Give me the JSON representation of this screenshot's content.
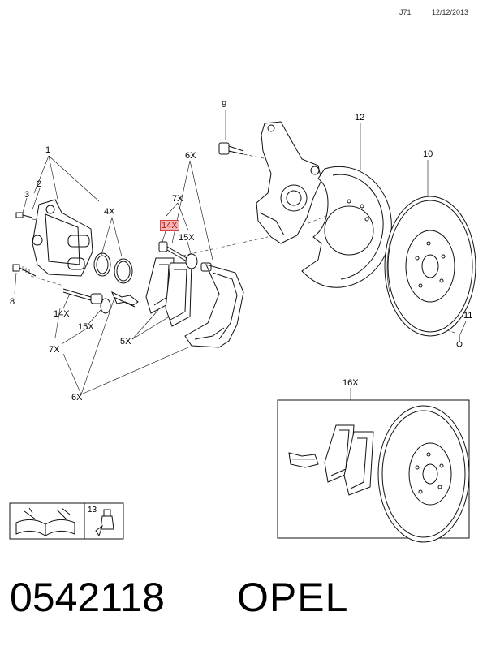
{
  "header": {
    "code": "J71",
    "date": "12/12/2013"
  },
  "callouts": {
    "c1": "1",
    "c2": "2",
    "c3": "3",
    "c4x": "4X",
    "c6x_top": "6X",
    "c7x_top": "7X",
    "c14x_top": "14X",
    "c15x_top": "15X",
    "c9": "9",
    "c12": "12",
    "c10": "10",
    "c11": "11",
    "c8": "8",
    "c14x": "14X",
    "c15x": "15X",
    "c7x": "7X",
    "c5x": "5X",
    "c6x": "6X",
    "c16x": "16X",
    "c13": "13"
  },
  "footer": {
    "part_number": "0542118",
    "brand": "OPEL"
  }
}
